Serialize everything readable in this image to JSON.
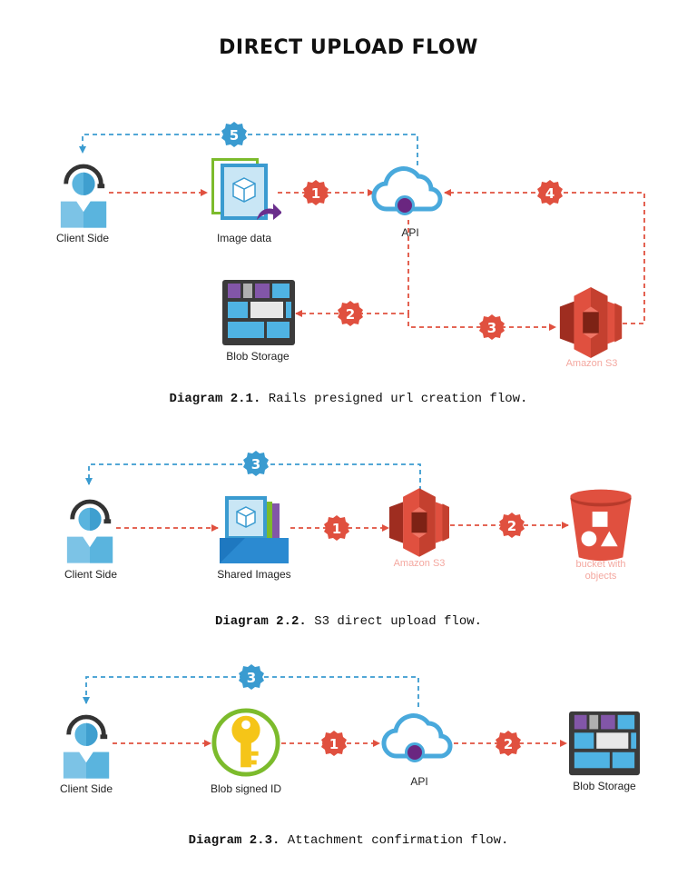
{
  "title": "DIRECT UPLOAD FLOW",
  "diagrams": [
    {
      "caption_bold": "Diagram 2.1.",
      "caption_text": " Rails presigned url creation flow.",
      "labels": {
        "client": "Client Side",
        "image_data": "Image data",
        "api": "API",
        "blob": "Blob Storage",
        "s3": "Amazon S3"
      },
      "badges": [
        "5",
        "1",
        "4",
        "2",
        "3"
      ]
    },
    {
      "caption_bold": "Diagram 2.2.",
      "caption_text": " S3 direct upload flow.",
      "labels": {
        "client": "Client Side",
        "shared": "Shared Images",
        "s3": "Amazon S3",
        "bucket_1": "bucket with",
        "bucket_2": "objects"
      },
      "badges": [
        "3",
        "1",
        "2"
      ]
    },
    {
      "caption_bold": "Diagram 2.3.",
      "caption_text": " Attachment confirmation flow.",
      "labels": {
        "client": "Client Side",
        "signed": "Blob signed ID",
        "api": "API",
        "blob": "Blob Storage"
      },
      "badges": [
        "3",
        "1",
        "2"
      ]
    }
  ],
  "colors": {
    "flow_red": "#e0503f",
    "flow_blue": "#3a9bd0",
    "s3_red": "#e0503f",
    "s3_label": "#f4a8a0"
  }
}
